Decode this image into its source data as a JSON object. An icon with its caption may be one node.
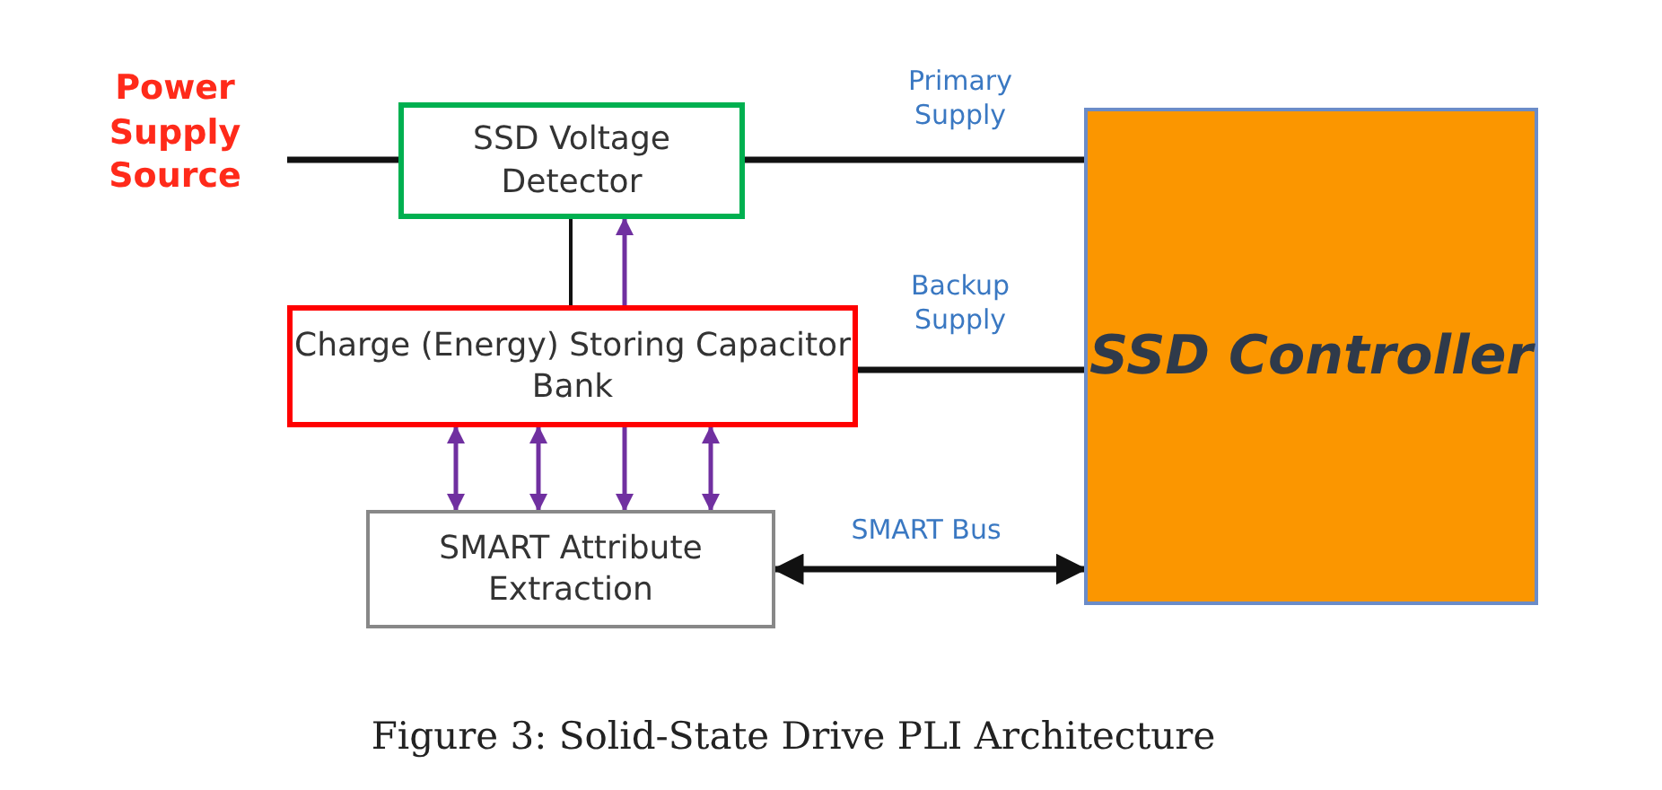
{
  "diagram": {
    "caption": "Figure 3: Solid-State Drive PLI Architecture",
    "nodes": [
      {
        "text": [
          "Power Supply Source"
        ]
      },
      {
        "text": [
          "SSD Voltage Detector"
        ]
      },
      {
        "text": [
          "SSD Controller"
        ]
      },
      {
        "text": [
          "Charge (Energy) Storing Capacitor Bank"
        ]
      },
      {
        "text": [
          "SMART Attribute Extraction"
        ]
      }
    ],
    "edges": [
      {
        "from": 0,
        "to": 1,
        "arrow": "none"
      },
      {
        "from": 1,
        "to": 2,
        "arrow": "none",
        "label": "Primary Supply"
      },
      {
        "from": 1,
        "to": 3,
        "arrow": "none"
      },
      {
        "from": 3,
        "to": 1,
        "arrow": "to",
        "color": "#7030a0"
      },
      {
        "from": 3,
        "to": 2,
        "arrow": "none",
        "label": "Backup Supply"
      },
      {
        "from": 3,
        "to": 4,
        "arrow": "both",
        "color": "#7030a0"
      },
      {
        "from": 3,
        "to": 4,
        "arrow": "both",
        "color": "#7030a0"
      },
      {
        "from": 3,
        "to": 4,
        "arrow": "to",
        "color": "#7030a0"
      },
      {
        "from": 3,
        "to": 4,
        "arrow": "both",
        "color": "#7030a0"
      },
      {
        "from": 4,
        "to": 2,
        "arrow": "both",
        "label": "SMART Bus"
      }
    ]
  }
}
